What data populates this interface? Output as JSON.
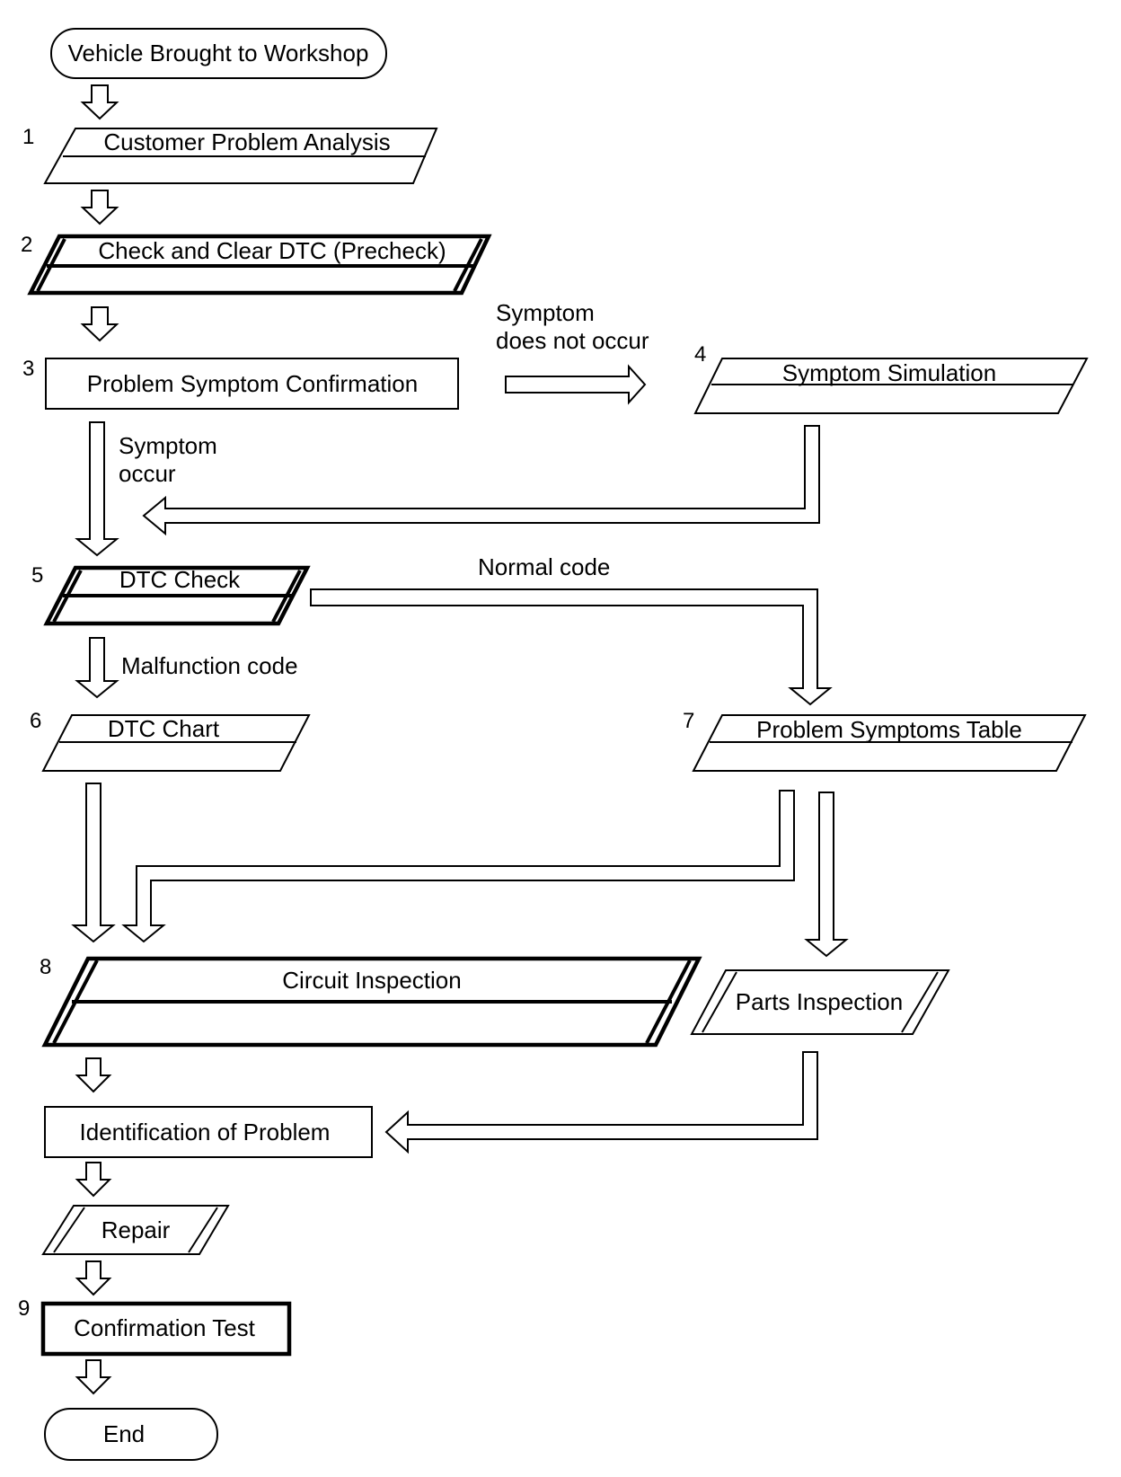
{
  "nodes": {
    "start": {
      "label": "Vehicle Brought to Workshop"
    },
    "n1": {
      "num": "1",
      "label": "Customer Problem Analysis"
    },
    "n2": {
      "num": "2",
      "label": "Check and Clear DTC (Precheck)"
    },
    "n3": {
      "num": "3",
      "label": "Problem Symptom Confirmation"
    },
    "n4": {
      "num": "4",
      "label": "Symptom Simulation"
    },
    "n5": {
      "num": "5",
      "label": "DTC Check"
    },
    "n6": {
      "num": "6",
      "label": "DTC Chart"
    },
    "n7": {
      "num": "7",
      "label": "Problem Symptoms Table"
    },
    "n8": {
      "num": "8",
      "label": "Circuit Inspection"
    },
    "parts": {
      "label": "Parts Inspection"
    },
    "ident": {
      "label": "Identification of Problem"
    },
    "repair": {
      "label": "Repair"
    },
    "n9": {
      "num": "9",
      "label": "Confirmation Test"
    },
    "end": {
      "label": "End"
    }
  },
  "edges": {
    "symptom_not_occur_1": "Symptom",
    "symptom_not_occur_2": "does not occur",
    "symptom_occur_1": "Symptom",
    "symptom_occur_2": "occur",
    "normal_code": "Normal code",
    "malfunction_code": "Malfunction code"
  }
}
